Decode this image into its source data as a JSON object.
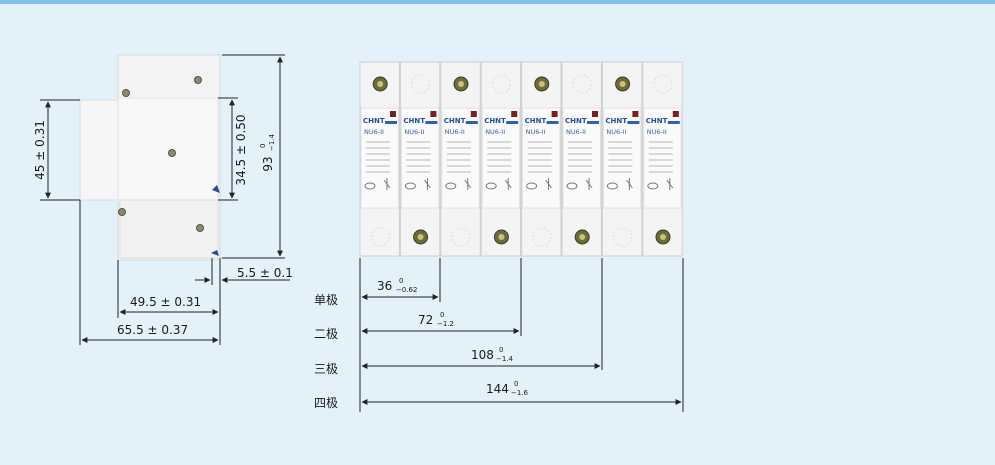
{
  "side_view": {
    "height_total": "93",
    "height_total_tol_upper": "0",
    "height_total_tol_lower": "−1.4",
    "height_mid": "34.5 ± 0.50",
    "height_left": "45 ± 0.31",
    "depth_small": "5.5 ± 0.1",
    "width_inner": "49.5 ± 0.31",
    "width_outer": "65.5 ± 0.37"
  },
  "front_view": {
    "brand": "CHNT",
    "model": "NU6-II",
    "module_count": 8
  },
  "pole_dims": [
    {
      "pole": "单极",
      "value": "36",
      "tol_upper": "0",
      "tol_lower": "−0.62"
    },
    {
      "pole": "二极",
      "value": "72",
      "tol_upper": "0",
      "tol_lower": "−1.2"
    },
    {
      "pole": "三极",
      "value": "108",
      "tol_upper": "0",
      "tol_lower": "−1.4"
    },
    {
      "pole": "四极",
      "value": "144",
      "tol_upper": "0",
      "tol_lower": "−1.6"
    }
  ]
}
